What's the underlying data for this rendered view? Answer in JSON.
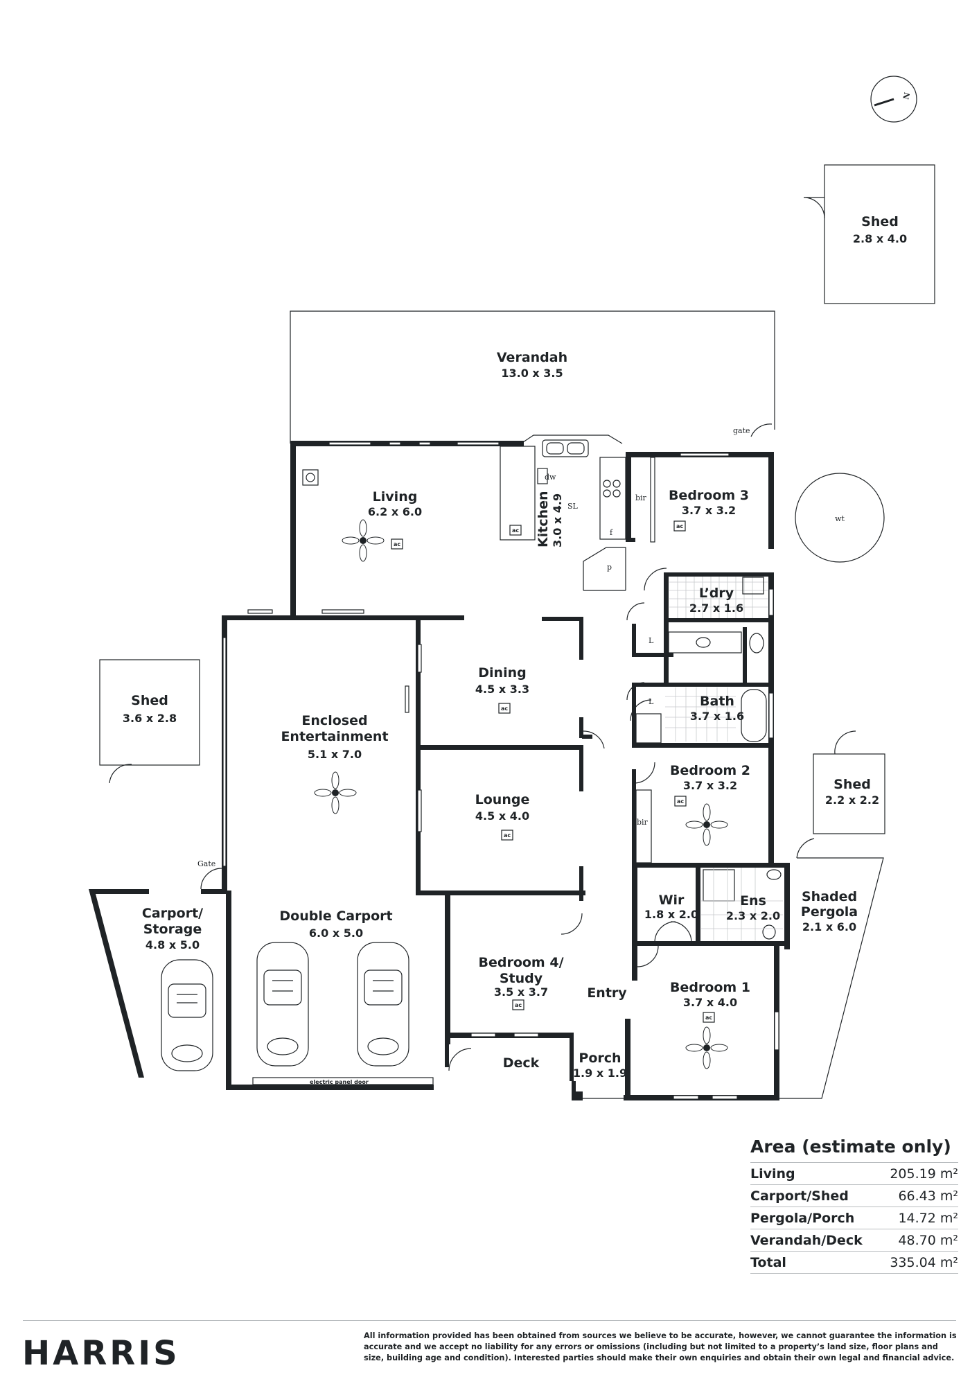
{
  "rooms": {
    "shed_ne": {
      "name": "Shed",
      "dim": "2.8 x 4.0"
    },
    "verandah": {
      "name": "Verandah",
      "dim": "13.0 x 3.5"
    },
    "living": {
      "name": "Living",
      "dim": "6.2 x 6.0"
    },
    "kitchen": {
      "name": "Kitchen",
      "dim": "3.0 x 4.9"
    },
    "bedroom3": {
      "name": "Bedroom 3",
      "dim": "3.7 x 3.2"
    },
    "laundry": {
      "name": "L’dry",
      "dim": "2.7 x 1.6"
    },
    "dining": {
      "name": "Dining",
      "dim": "4.5 x 3.3"
    },
    "bath": {
      "name": "Bath",
      "dim": "3.7 x 1.6"
    },
    "shed_w": {
      "name": "Shed",
      "dim": "3.6 x 2.8"
    },
    "enclosed_ent": {
      "name1": "Enclosed",
      "name2": "Entertainment",
      "dim": "5.1 x 7.0"
    },
    "lounge": {
      "name": "Lounge",
      "dim": "4.5 x 4.0"
    },
    "bedroom2": {
      "name": "Bedroom 2",
      "dim": "3.7 x 3.2"
    },
    "shed_e": {
      "name": "Shed",
      "dim": "2.2 x 2.2"
    },
    "carport_storage": {
      "name1": "Carport/",
      "name2": "Storage",
      "dim": "4.8 x 5.0"
    },
    "double_carport": {
      "name": "Double Carport",
      "dim": "6.0 x 5.0"
    },
    "wir": {
      "name": "Wir",
      "dim": "1.8 x 2.0"
    },
    "ens": {
      "name": "Ens",
      "dim": "2.3 x 2.0"
    },
    "shaded_pergola": {
      "name1": "Shaded",
      "name2": "Pergola",
      "dim": "2.1 x 6.0"
    },
    "bedroom4": {
      "name1": "Bedroom 4/",
      "name2": "Study",
      "dim": "3.5 x 3.7"
    },
    "entry": {
      "name": "Entry"
    },
    "bedroom1": {
      "name": "Bedroom 1",
      "dim": "3.7 x 4.0"
    },
    "deck": {
      "name": "Deck"
    },
    "porch": {
      "name": "Porch",
      "dim": "1.9 x 1.9"
    }
  },
  "fixtures": {
    "gate": "gate",
    "gate_cap": "Gate",
    "wt": "wt",
    "dw": "dw",
    "sl": "SL",
    "bir": "bir",
    "f": "f",
    "p": "p",
    "l": "L",
    "ac": "ac",
    "electric_panel_door": "electric panel door"
  },
  "area": {
    "title": "Area (estimate only)",
    "rows": [
      {
        "label": "Living",
        "value": "205.19 m²"
      },
      {
        "label": "Carport/Shed",
        "value": "66.43 m²"
      },
      {
        "label": "Pergola/Porch",
        "value": "14.72 m²"
      },
      {
        "label": "Verandah/Deck",
        "value": "48.70 m²"
      },
      {
        "label": "Total",
        "value": "335.04 m²"
      }
    ]
  },
  "compass_letter": "N",
  "brand": "HARRIS",
  "disclaimer": "All information provided has been obtained from sources we believe to be accurate, however, we cannot guarantee the information is accurate and we accept no liability for any errors or omissions (including but not limited to a property’s land size, floor plans and size, building age and condition). Interested parties should make their own enquiries and obtain their own legal and financial advice."
}
